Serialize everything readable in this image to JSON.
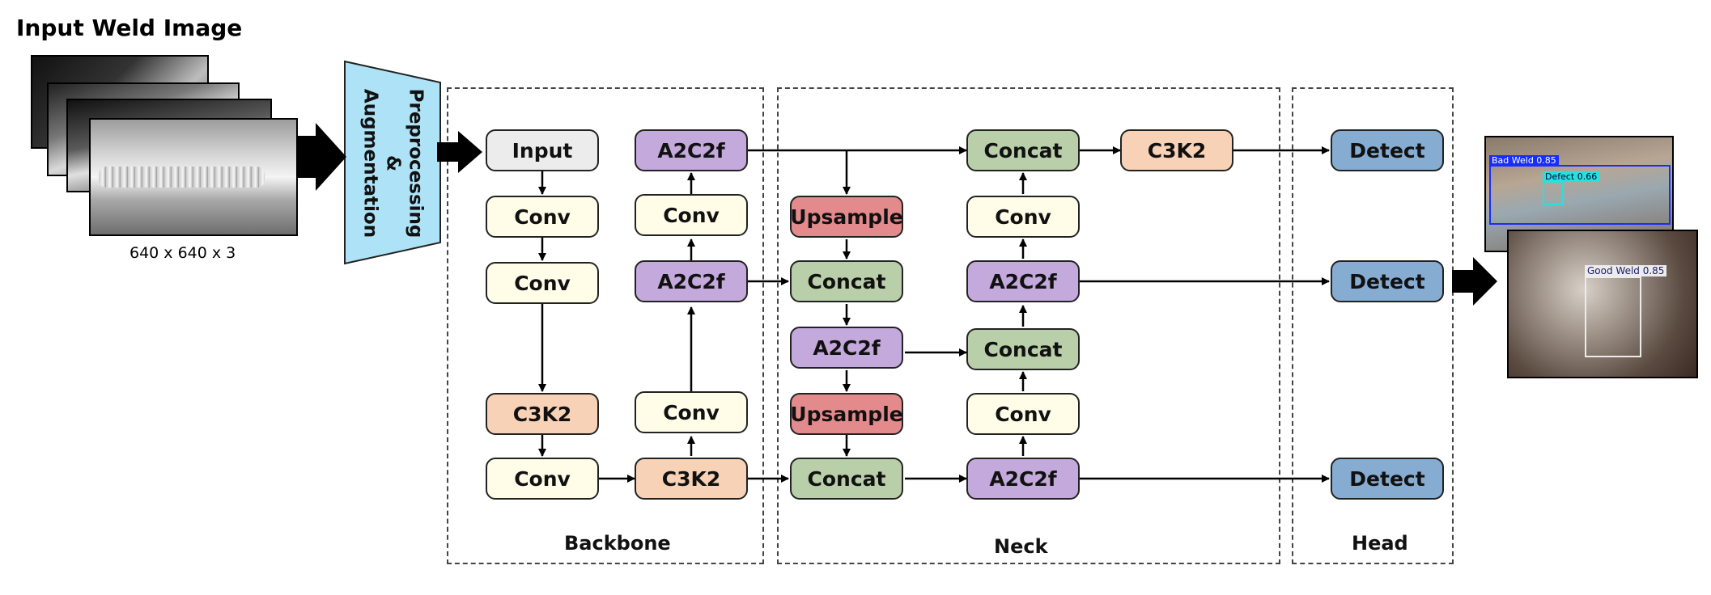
{
  "input": {
    "title": "Input Weld Image",
    "dims": "640 x 640 x 3"
  },
  "preprocessing": {
    "line1": "Preprocessing",
    "line2": "&",
    "line3": "Augmentation"
  },
  "groups": {
    "backbone": "Backbone",
    "neck": "Neck",
    "head": "Head"
  },
  "blocks": {
    "b_input": "Input",
    "b_conv1": "Conv",
    "b_conv2": "Conv",
    "b_c3k2_1": "C3K2",
    "b_conv3": "Conv",
    "b_c3k2_2": "C3K2",
    "b_conv4": "Conv",
    "b_a2c2f_1": "A2C2f",
    "b_conv5": "Conv",
    "b_a2c2f_2": "A2C2f",
    "n_upsample1": "Upsample",
    "n_concat1": "Concat",
    "n_a2c2f_1": "A2C2f",
    "n_upsample2": "Upsample",
    "n_concat2": "Concat",
    "n_concat_top": "Concat",
    "n_c3k2": "C3K2",
    "n_conv_a": "Conv",
    "n_a2c2f_mid": "A2C2f",
    "n_concat_mid": "Concat",
    "n_conv_b": "Conv",
    "n_a2c2f_bot": "A2C2f",
    "h_detect1": "Detect",
    "h_detect2": "Detect",
    "h_detect3": "Detect"
  },
  "output": {
    "label1": "Bad Weld 0.85",
    "label2": "Defect 0.66",
    "label3": "Good Weld 0.85"
  },
  "colors": {
    "input": "#ececec",
    "conv": "#fffde8",
    "a2c2f": "#c4a9dc",
    "c3k2": "#f8d2b6",
    "concat": "#b9cfa9",
    "upsample": "#e28a8c",
    "detect": "#86acd2",
    "preprocess": "#aee3f7"
  }
}
